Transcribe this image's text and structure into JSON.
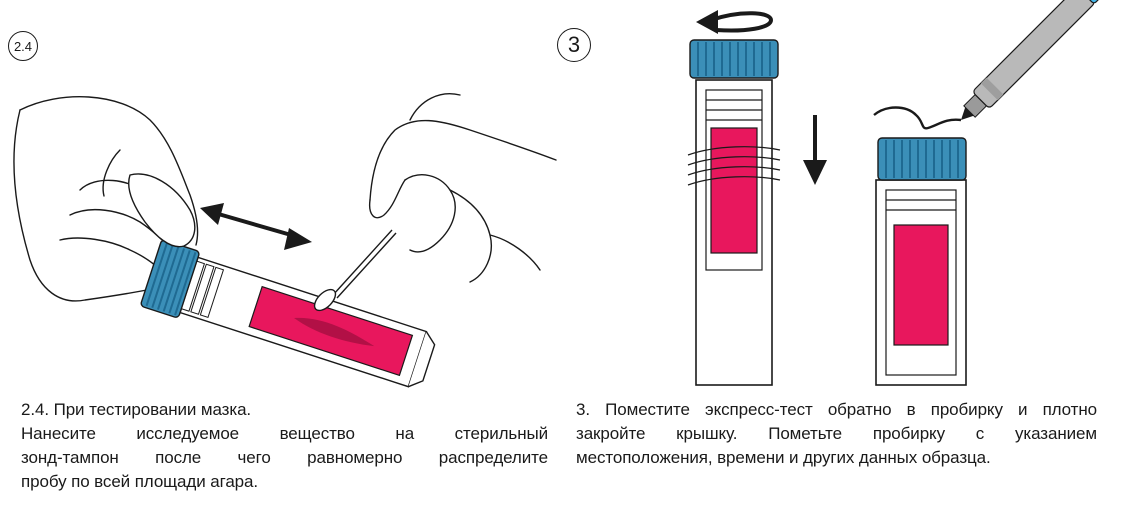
{
  "steps": {
    "left_badge": "2.4",
    "right_badge": "3"
  },
  "captions": {
    "left": {
      "heading": "2.4. При тестировании мазка.",
      "lines": [
        "Нанесите исследуемое вещество на стерильный",
        "зонд-тампон после чего равномерно распределите",
        "пробу по всей площади агара."
      ]
    },
    "right": {
      "lines": [
        "3. Поместите экспресс-тест обратно в пробирку и плотно",
        "закройте крышку. Пометьте пробирку с указанием",
        "местоположения, времени и других данных образца."
      ]
    }
  },
  "colors": {
    "agar": "#e8175d",
    "cap": "#3b8fb8",
    "cap_dark": "#1f6a92",
    "pen_body": "#b9b9b9",
    "pen_tip": "#44b6e8",
    "outline": "#1a1a1a"
  },
  "icons": {
    "move_arrow": "double-arrow-icon",
    "twist_arrow": "rotate-ccw-arrow-icon",
    "down_arrow": "arrow-down-icon"
  }
}
